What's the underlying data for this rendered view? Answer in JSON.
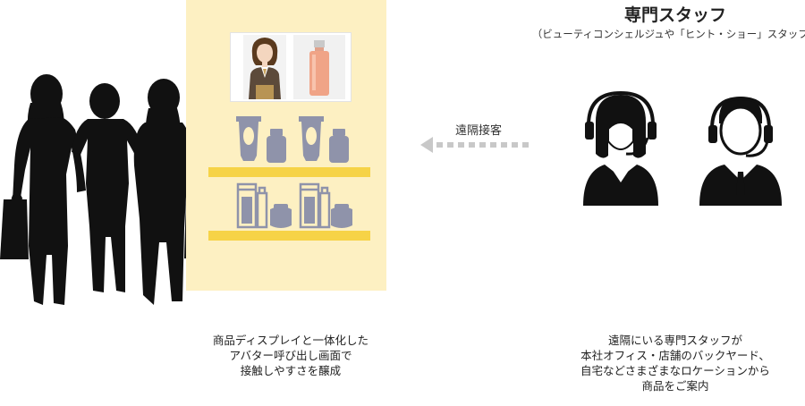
{
  "right_panel": {
    "title": "専門スタッフ",
    "subtitle": "（ビューティコンシェルジュや「ヒント・ショー」スタッフ）",
    "caption_lines": [
      "遠隔にいる専門スタッフが",
      "本社オフィス・店舗のバックヤード、",
      "自宅などさまざまなロケーションから",
      "商品をご案内"
    ]
  },
  "connector": {
    "label": "遠隔接客"
  },
  "left_panel": {
    "caption_lines": [
      "商品ディスプレイと一体化した",
      "アバター呼び出し画面で",
      "接触しやすさを醸成"
    ]
  },
  "colors": {
    "display_bg": "#fdf0c2",
    "shelf": "#f6d347",
    "product": "#8f93aa",
    "silhouette": "#111111",
    "arrow": "#c8c8c8"
  }
}
